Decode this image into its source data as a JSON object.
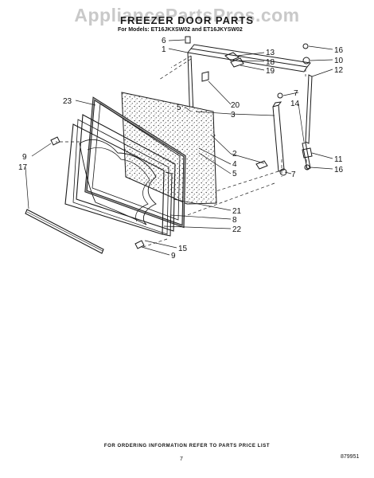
{
  "watermark": "AppliancePartsPros.com",
  "title": "FREEZER DOOR PARTS",
  "models": "For Models: ET16JKXSW02 and ET16JKYSW02",
  "footer": "FOR ORDERING INFORMATION REFER TO PARTS PRICE LIST",
  "page_number": "7",
  "document_number": "879951",
  "callouts": {
    "c6": "6",
    "c1": "1",
    "c13": "13",
    "c18": "18",
    "c19": "19",
    "c16a": "16",
    "c10": "10",
    "c12": "12",
    "c20": "20",
    "c7a": "7",
    "c14": "14",
    "c23": "23",
    "c5a": "5",
    "c3": "3",
    "c2": "2",
    "c4": "4",
    "c5b": "5",
    "c7b": "7",
    "c11": "11",
    "c16b": "16",
    "c9a": "9",
    "c17": "17",
    "c21": "21",
    "c8": "8",
    "c22": "22",
    "c15": "15",
    "c9b": "9"
  },
  "colors": {
    "line": "#1a1a1a",
    "gasket_fill": "#9e9e9e",
    "watermark": "#c9c9c9"
  }
}
